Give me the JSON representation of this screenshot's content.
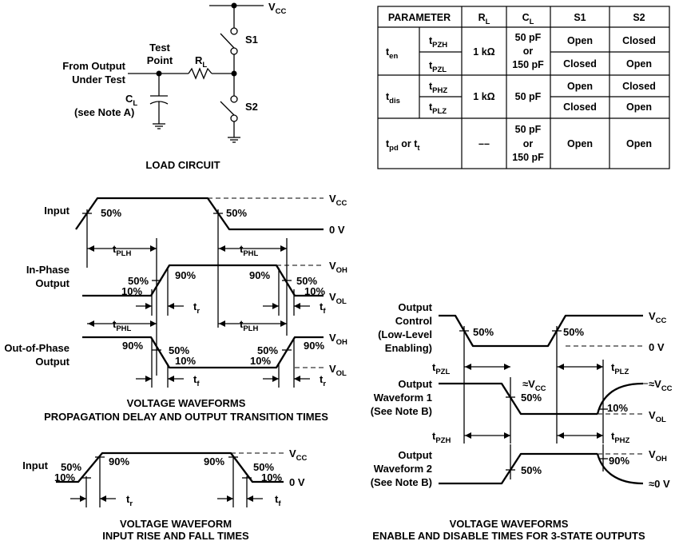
{
  "load_circuit": {
    "vcc": "V",
    "vcc_sub": "CC",
    "test_point": [
      "Test",
      "Point"
    ],
    "from_output": [
      "From Output",
      "Under Test"
    ],
    "rl": "R",
    "rl_sub": "L",
    "cl": "C",
    "cl_sub": "L",
    "note": "(see Note A)",
    "s1": "S1",
    "s2": "S2",
    "caption": "LOAD CIRCUIT"
  },
  "table": {
    "headers": {
      "parameter": "PARAMETER",
      "rl": "R",
      "rl_sub": "L",
      "cl": "C",
      "cl_sub": "L",
      "s1": "S1",
      "s2": "S2"
    },
    "ten": {
      "label": "t",
      "sub": "en",
      "rl": "1 kΩ",
      "cl": [
        "50 pF",
        "or",
        "150 pF"
      ],
      "rows": [
        {
          "p": "t",
          "sub": "PZH",
          "s1": "Open",
          "s2": "Closed"
        },
        {
          "p": "t",
          "sub": "PZL",
          "s1": "Closed",
          "s2": "Open"
        }
      ]
    },
    "tdis": {
      "label": "t",
      "sub": "dis",
      "rl": "1 kΩ",
      "cl": "50 pF",
      "rows": [
        {
          "p": "t",
          "sub": "PHZ",
          "s1": "Open",
          "s2": "Closed"
        },
        {
          "p": "t",
          "sub": "PLZ",
          "s1": "Closed",
          "s2": "Open"
        }
      ]
    },
    "tpd": {
      "label_a": "t",
      "sub_a": "pd",
      "mid": " or t",
      "sub_b": "t",
      "rl": "––",
      "cl": [
        "50 pF",
        "or",
        "150 pF"
      ],
      "s1": "Open",
      "s2": "Open"
    }
  },
  "prop": {
    "input": "Input",
    "in_phase": [
      "In-Phase",
      "Output"
    ],
    "out_phase": [
      "Out-of-Phase",
      "Output"
    ],
    "pct50": "50%",
    "pct90": "90%",
    "pct10": "10%",
    "v": "V",
    "cc": "CC",
    "oh": "OH",
    "ol": "OL",
    "zero_v": "0 V",
    "t": "t",
    "plh": "PLH",
    "phl": "PHL",
    "r": "r",
    "f": "f",
    "caption": [
      "VOLTAGE WAVEFORMS",
      "PROPAGATION DELAY AND OUTPUT TRANSITION TIMES"
    ]
  },
  "rise": {
    "input": "Input",
    "zero_v": "0 V",
    "caption": [
      "VOLTAGE WAVEFORM",
      "INPUT RISE AND FALL TIMES"
    ]
  },
  "enable": {
    "control": [
      "Output",
      "Control",
      "(Low-Level",
      "Enabling)"
    ],
    "wf1": [
      "Output",
      "Waveform 1",
      "(See Note B)"
    ],
    "wf2": [
      "Output",
      "Waveform 2",
      "(See Note B)"
    ],
    "approx_vcc": "≈V",
    "approx_0v": "≈0 V",
    "pzl": "PZL",
    "plz": "PLZ",
    "pzh": "PZH",
    "phz": "PHZ",
    "caption": [
      "VOLTAGE WAVEFORMS",
      "ENABLE AND DISABLE TIMES FOR 3-STATE OUTPUTS"
    ]
  }
}
